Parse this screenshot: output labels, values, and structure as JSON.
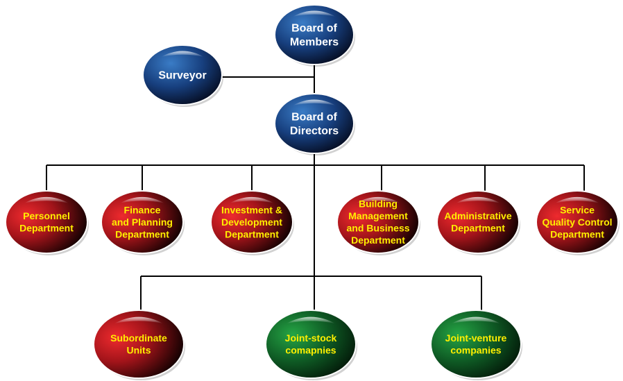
{
  "colors": {
    "blue_light": "#2f6fb8",
    "blue_dark": "#081a3d",
    "red_light": "#e8262a",
    "red_dark": "#0a0000",
    "green_light": "#1f9a3c",
    "green_dark": "#021407",
    "dept_text": "#ffef00",
    "blue_text": "#ffffff"
  },
  "nodes": {
    "board_of_members": {
      "lines": [
        "Board of",
        "Members"
      ],
      "color": "blue"
    },
    "surveyor": {
      "lines": [
        "Surveyor"
      ],
      "color": "blue"
    },
    "board_of_directors": {
      "lines": [
        "Board of",
        "Directors"
      ],
      "color": "blue"
    },
    "personnel": {
      "lines": [
        "Personnel",
        "Department"
      ],
      "color": "red"
    },
    "finance": {
      "lines": [
        "Finance",
        "and Planning",
        "Department"
      ],
      "color": "red"
    },
    "investment": {
      "lines": [
        "Investment &",
        "Development",
        "Department"
      ],
      "color": "red"
    },
    "building": {
      "lines": [
        "Building",
        "Management",
        "and Business",
        "Department"
      ],
      "color": "red"
    },
    "administrative": {
      "lines": [
        "Administrative",
        "Department"
      ],
      "color": "red"
    },
    "service_quality": {
      "lines": [
        "Service",
        "Quality Control",
        "Department"
      ],
      "color": "red"
    },
    "subordinate": {
      "lines": [
        "Subordinate",
        "Units"
      ],
      "color": "red"
    },
    "joint_stock": {
      "lines": [
        "Joint-stock",
        "comapnies"
      ],
      "color": "green"
    },
    "joint_venture": {
      "lines": [
        "Joint-venture",
        "companies"
      ],
      "color": "green"
    }
  }
}
